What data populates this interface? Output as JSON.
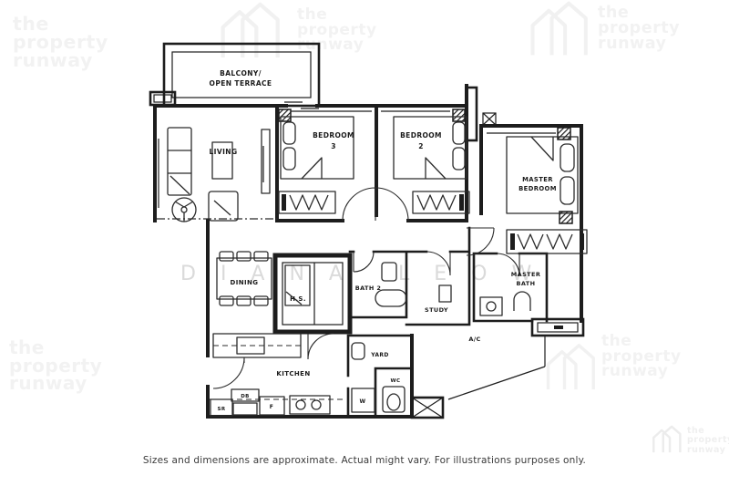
{
  "brand": {
    "line1": "the",
    "line2": "property",
    "line3": "runway"
  },
  "agent_watermark": "DIANA LEOW",
  "rooms": {
    "balcony_line1": "BALCONY/",
    "balcony_line2": "OPEN TERRACE",
    "living": "LIVING",
    "bedroom3_line1": "BEDROOM",
    "bedroom3_line2": "3",
    "bedroom2_line1": "BEDROOM",
    "bedroom2_line2": "2",
    "master_bedroom_line1": "MASTER",
    "master_bedroom_line2": "BEDROOM",
    "dining": "DINING",
    "household_shelter": "H.S.",
    "bath2": "BATH 2",
    "study": "STUDY",
    "master_bath_line1": "MASTER",
    "master_bath_line2": "BATH",
    "kitchen": "KITCHEN",
    "yard": "YARD",
    "wc": "WC",
    "ac_ledge": "A/C"
  },
  "fixtures": {
    "shoe_rack": "SR",
    "db_box": "DB",
    "fridge": "F",
    "washer": "W"
  },
  "footer": {
    "disclaimer": "Sizes and dimensions are approximate. Actual might vary. For illustrations purposes only."
  }
}
